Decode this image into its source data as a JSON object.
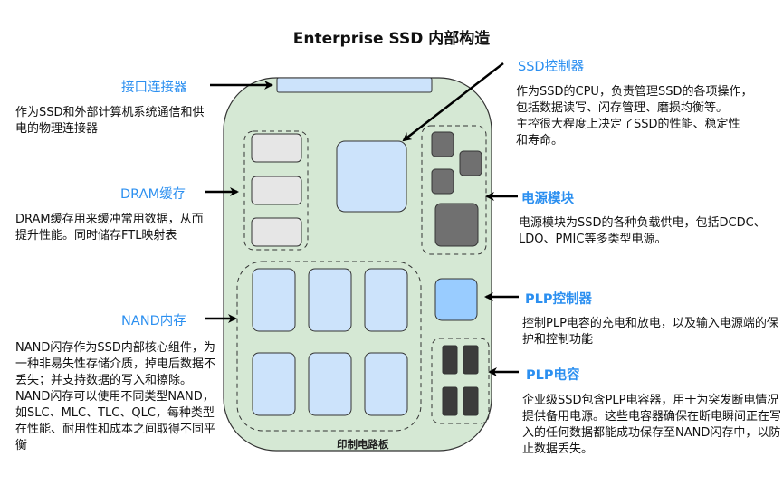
{
  "title": "Enterprise SSD 内部构造",
  "board": {
    "label": "印制电路板",
    "fill": "#d5e8d4",
    "stroke": "#333333"
  },
  "colors": {
    "label_blue": "#2b8ff0",
    "connector_fill": "#cce3fb",
    "controller_fill": "#cce3fb",
    "dram_fill": "#e6e6e6",
    "nand_fill": "#cce3fb",
    "power_fill": "#707070",
    "plp_controller_fill": "#99ccff",
    "plp_cap_fill": "#3c3c3c"
  },
  "components": {
    "connector": {
      "label": "接口连接器",
      "description": "作为SSD和外部计算机系统通信和供电的物理连接器"
    },
    "controller": {
      "label": "SSD控制器",
      "description_lines": [
        "作为SSD的CPU，负责管理SSD的各项操作，",
        "包括数据读写、闪存管理、磨损均衡等。",
        "主控很大程度上决定了SSD的性能、稳定性",
        "和寿命。"
      ]
    },
    "dram": {
      "label": "DRAM缓存",
      "description": "DRAM缓存用来缓冲常用数据，从而提升性能。同时储存FTL映射表",
      "chip_count": 3
    },
    "power": {
      "label": "电源模块",
      "description": "电源模块为SSD的各种负载供电，包括DCDC、LDO、PMIC等多类型电源。",
      "chip_count": 4
    },
    "nand": {
      "label": "NAND内存",
      "description": "NAND闪存作为SSD内部核心组件，为一种非易失性存储介质，掉电后数据不丢失；并支持数据的写入和擦除。NAND闪存可以使用不同类型NAND，如SLC、MLC、TLC、QLC，每种类型在性能、耐用性和成本之间取得不同平衡",
      "chip_count": 6
    },
    "plp_controller": {
      "label": "PLP控制器",
      "description": "控制PLP电容的充电和放电，以及输入电源端的保护和控制功能"
    },
    "plp_capacitor": {
      "label": "PLP电容",
      "description": "企业级SSD包含PLP电容器，用于为突发断电情况提供备用电源。这些电容器确保在断电瞬间正在写入的任何数据都能成功保存至NAND闪存中，以防止数据丢失。",
      "chip_count": 4
    }
  }
}
